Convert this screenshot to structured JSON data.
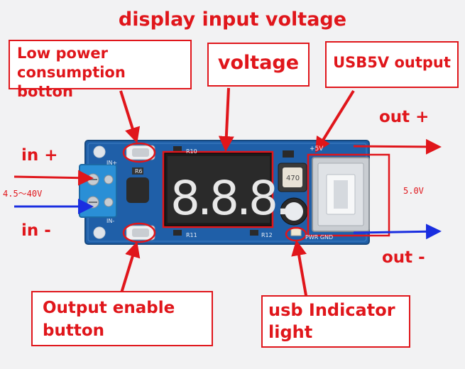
{
  "title": "display input voltage",
  "callouts": {
    "low_power_button": {
      "line1": "Low power",
      "line2": "consumption botton"
    },
    "voltage": "voltage",
    "usb_output": "USB5V output",
    "output_enable": {
      "line1": "Output enable",
      "line2": "button"
    },
    "usb_indicator": {
      "line1": "usb Indicator",
      "line2": "light"
    }
  },
  "labels": {
    "in_plus": "in +",
    "in_minus": "in -",
    "out_plus": "out +",
    "out_minus": "out -",
    "input_range": "4.5～40V",
    "output_voltage": "5.0V"
  },
  "board": {
    "display_digits": "8.8.8.",
    "r10": "R10",
    "r11": "R11",
    "r12": "R12",
    "r6": "R6",
    "plus_5v": "+5V",
    "in_plus_silk": "IN+",
    "in_minus_silk": "IN-",
    "pwr_gnd": "PWR GND",
    "inductor": "470"
  },
  "colors": {
    "annotation_red": "#e0161b",
    "arrow_blue": "#1a2ee0",
    "pcb_blue": "#1f5fa8"
  }
}
